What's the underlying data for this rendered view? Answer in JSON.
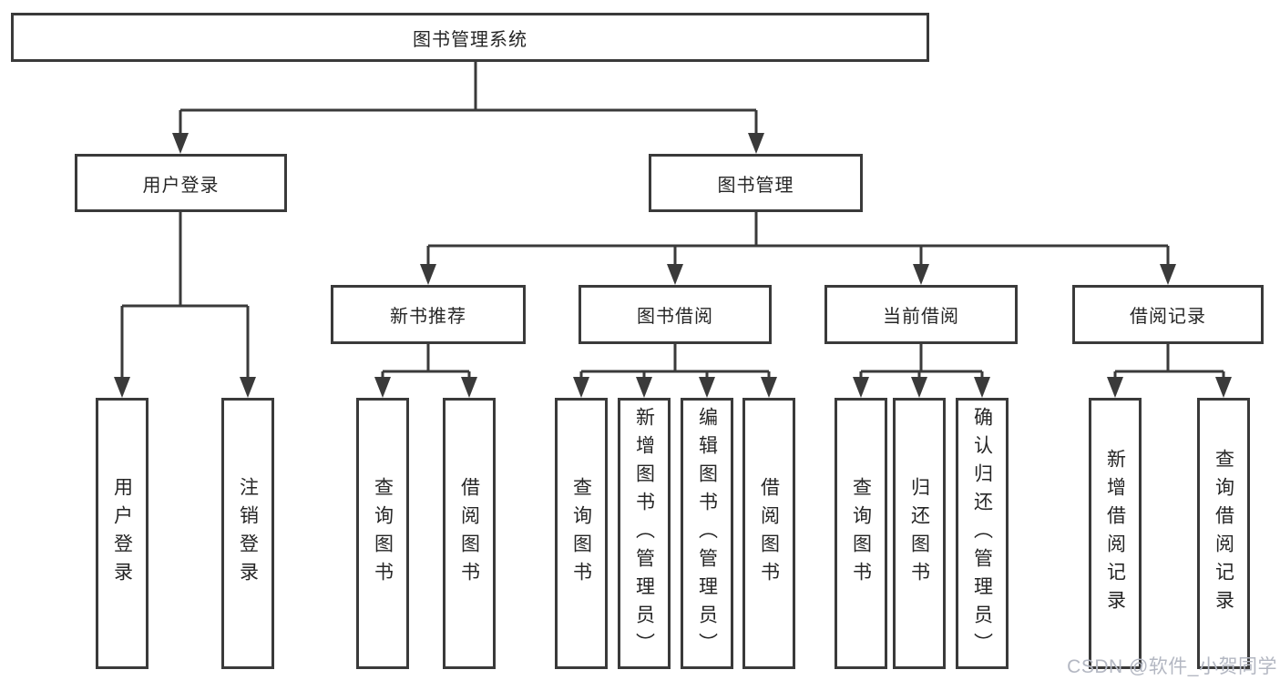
{
  "diagram_type": "hierarchy-tree",
  "tree": {
    "label": "图书管理系统",
    "children": [
      {
        "label": "用户登录",
        "children": [
          {
            "label": "用户登录"
          },
          {
            "label": "注销登录"
          }
        ]
      },
      {
        "label": "图书管理",
        "children": [
          {
            "label": "新书推荐",
            "children": [
              {
                "label": "查询图书"
              },
              {
                "label": "借阅图书"
              }
            ]
          },
          {
            "label": "图书借阅",
            "children": [
              {
                "label": "查询图书"
              },
              {
                "label": "新增图书（管理员）"
              },
              {
                "label": "编辑图书（管理员）"
              },
              {
                "label": "借阅图书"
              }
            ]
          },
          {
            "label": "当前借阅",
            "children": [
              {
                "label": "查询图书"
              },
              {
                "label": "归还图书"
              },
              {
                "label": "确认归还（管理员）"
              }
            ]
          },
          {
            "label": "借阅记录",
            "children": [
              {
                "label": "新增借阅记录"
              },
              {
                "label": "查询借阅记录"
              }
            ]
          }
        ]
      }
    ]
  },
  "watermark": "CSDN @软件_小贺同学",
  "colors": {
    "line": "#3a3a3a",
    "box_border": "#3a3a3a",
    "box_fill": "#ffffff",
    "text": "#262626",
    "background": "#ffffff",
    "watermark": "#b3b7c2"
  }
}
